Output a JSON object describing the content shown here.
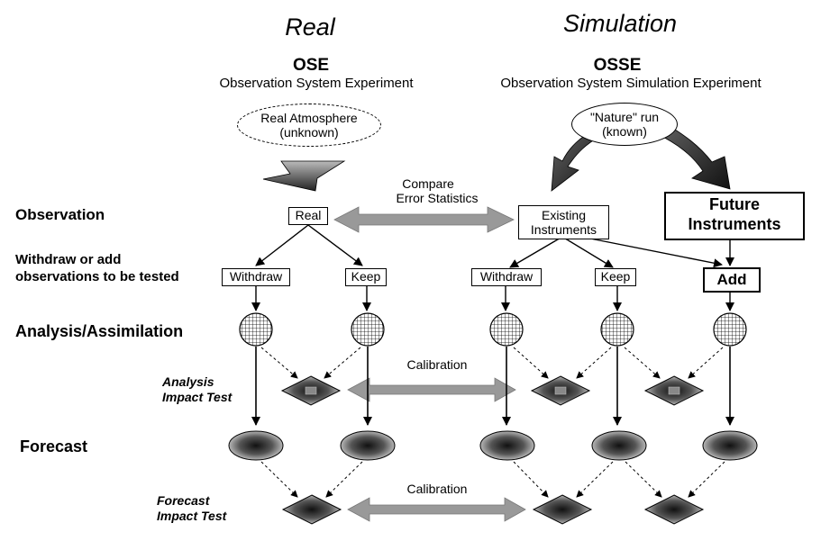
{
  "headers": {
    "real": "Real",
    "simulation": "Simulation",
    "ose": "OSE",
    "ose_full": "Observation System Experiment",
    "osse": "OSSE",
    "osse_full": "Observation System Simulation Experiment"
  },
  "sources": {
    "real_atmosphere": [
      "Real Atmosphere",
      "(unknown)"
    ],
    "nature_run": [
      "\"Nature\" run",
      "(known)"
    ]
  },
  "row_labels": {
    "observation": "Observation",
    "withdraw_add": [
      "Withdraw or add",
      "observations to be tested"
    ],
    "analysis_assimilation": "Analysis/Assimilation",
    "analysis_impact": [
      "Analysis",
      "Impact Test"
    ],
    "forecast": "Forecast",
    "forecast_impact": [
      "Forecast",
      "Impact Test"
    ]
  },
  "boxes": {
    "real": "Real",
    "existing_instruments": [
      "Existing",
      "Instruments"
    ],
    "future_instruments": [
      "Future",
      "Instruments"
    ],
    "withdraw": "Withdraw",
    "keep": "Keep",
    "add": "Add"
  },
  "compare": {
    "error_statistics": [
      "Compare",
      "Error Statistics"
    ],
    "calibration": "Calibration"
  }
}
